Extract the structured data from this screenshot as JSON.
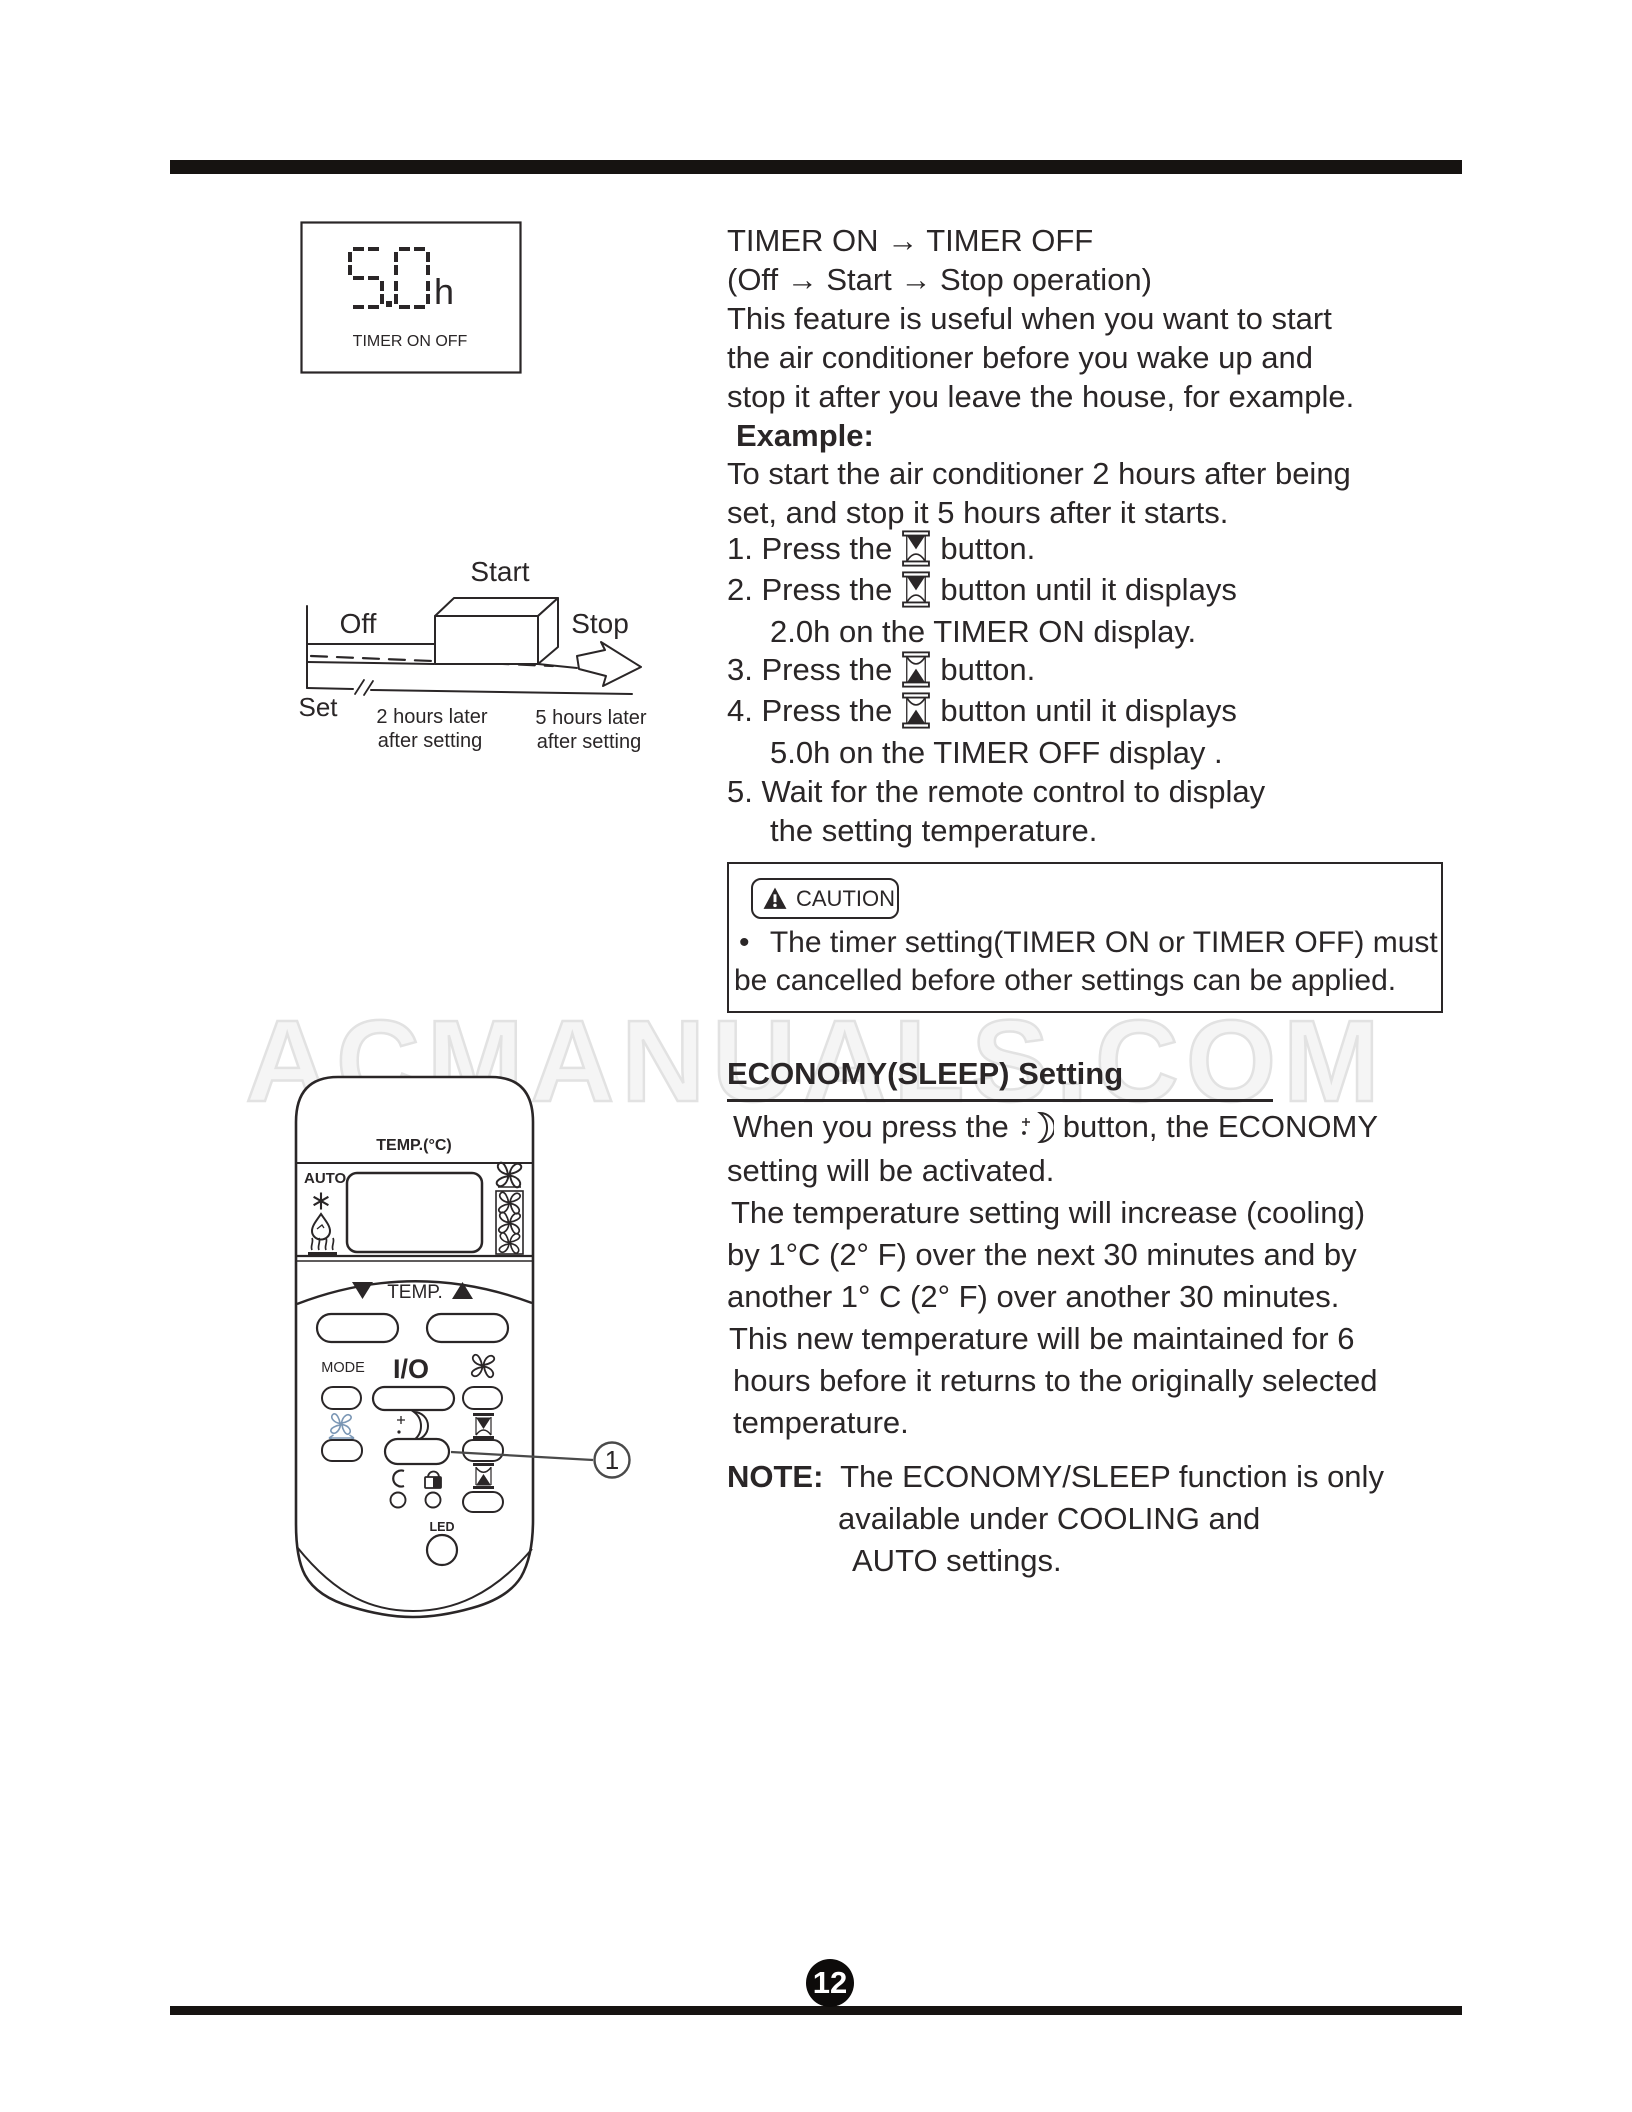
{
  "watermark": "ACMANUALS.COM",
  "display_panel": {
    "value_50": "5.0",
    "unit": "h",
    "label": "TIMER ON  OFF"
  },
  "diagram": {
    "start": "Start",
    "off": "Off",
    "stop": "Stop",
    "set": "Set",
    "after2_line1": "2 hours later",
    "after2_line2": "after setting",
    "after5_line1": "5 hours later",
    "after5_line2": "after setting"
  },
  "timer": {
    "title": "TIMER ON → TIMER OFF",
    "subtitle": "(Off → Start → Stop operation)",
    "intro": [
      "This feature is useful when you want to start",
      "the air conditioner before you wake up and",
      "stop it after you leave the house, for example."
    ],
    "example_label": "Example:",
    "example": [
      "To start the air conditioner 2 hours after being",
      "set, and stop it 5 hours after it starts."
    ],
    "steps": [
      {
        "pre": "1. Press the",
        "post": "button."
      },
      {
        "pre": "2. Press the",
        "post": "button until it displays",
        "cont": "2.0h on the TIMER ON display."
      },
      {
        "pre": "3. Press the",
        "post": "button."
      },
      {
        "pre": "4. Press the",
        "post": "button until it displays",
        "cont": "5.0h on the TIMER OFF display ."
      },
      {
        "pre": "5. Wait for the remote control to display",
        "cont": "the setting temperature."
      }
    ]
  },
  "caution": {
    "label": "CAUTION",
    "bullet": "•",
    "line1": "The timer setting(TIMER ON or TIMER OFF) must",
    "line2": "be cancelled before other settings can be applied."
  },
  "economy": {
    "heading": "ECONOMY(SLEEP) Setting",
    "p1_pre": "When you press the",
    "p1_post": "button, the ECONOMY",
    "lines": [
      "setting will be activated.",
      "The temperature setting will increase (cooling)",
      "by 1°C (2° F) over the next 30 minutes and by",
      "another 1° C (2° F) over another 30 minutes.",
      "This new temperature will be maintained for 6",
      "hours before it returns to the originally selected",
      "temperature."
    ],
    "note_label": "NOTE:",
    "note_lines": [
      "The ECONOMY/SLEEP  function is only",
      "available under COOLING and",
      "AUTO settings."
    ]
  },
  "remote": {
    "temp_scale": "TEMP.(°C)",
    "auto": "AUTO",
    "temp": "TEMP.",
    "mode": "MODE",
    "power": "I/O",
    "led": "LED",
    "callout": "1"
  },
  "page": {
    "number": "12"
  }
}
